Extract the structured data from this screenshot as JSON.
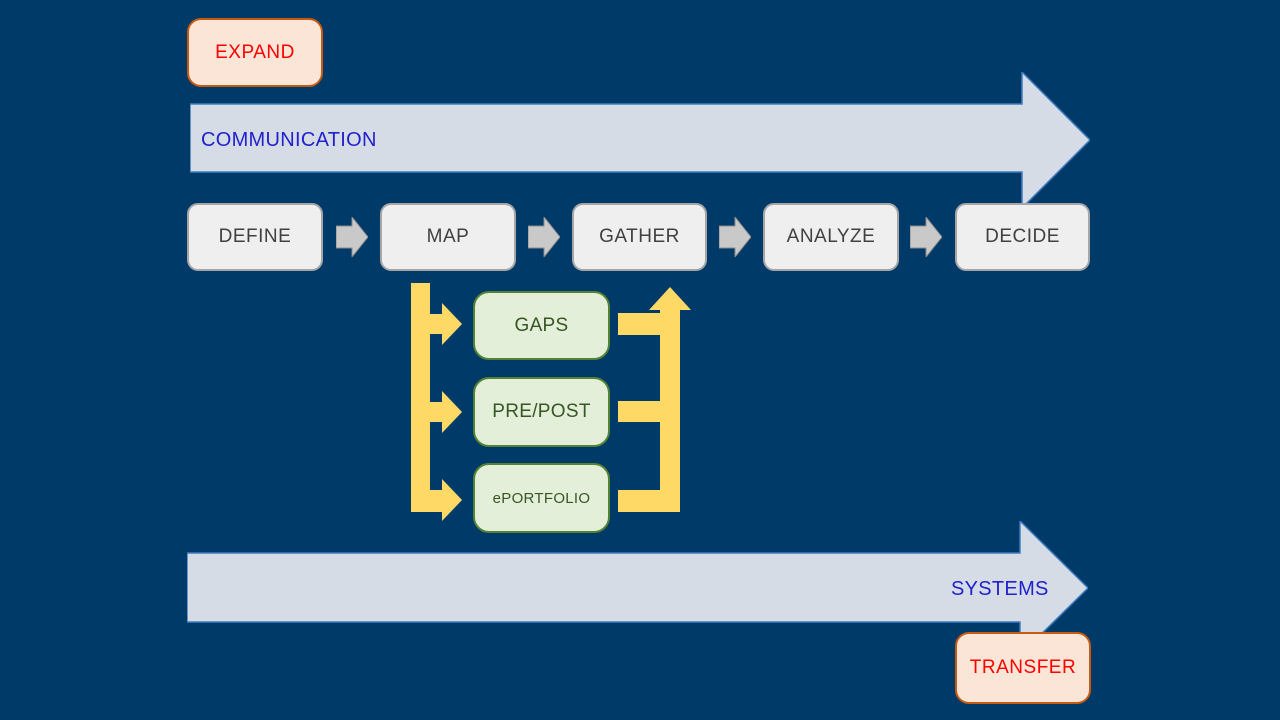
{
  "colors": {
    "background": "#003A68",
    "band_fill": "#D6DCE5",
    "band_stroke": "#3F7CBF",
    "band_text": "#2121CE",
    "step_fill": "#EFEFEF",
    "step_stroke": "#A6A6A6",
    "step_text": "#404040",
    "connector_fill": "#C9C9C9",
    "connector_stroke": "#8C8C8C",
    "tool_fill": "#E3EFD9",
    "tool_stroke": "#548235",
    "tool_text": "#375623",
    "endpoint_fill": "#FBE5D6",
    "endpoint_stroke": "#C55A11",
    "endpoint_text": "#FE0000",
    "flow_yellow": "#FFD966"
  },
  "endpoints": {
    "expand_label": "EXPAND",
    "transfer_label": "TRANSFER"
  },
  "bands": {
    "communication_label": "COMMUNICATION",
    "systems_label": "SYSTEMS"
  },
  "process_steps": [
    {
      "label": "DEFINE"
    },
    {
      "label": "MAP"
    },
    {
      "label": "GATHER"
    },
    {
      "label": "ANALYZE"
    },
    {
      "label": "DECIDE"
    }
  ],
  "assessment_tools": [
    {
      "label": "GAPS"
    },
    {
      "label": "PRE/POST"
    },
    {
      "label": "ePORTFOLIO"
    }
  ]
}
